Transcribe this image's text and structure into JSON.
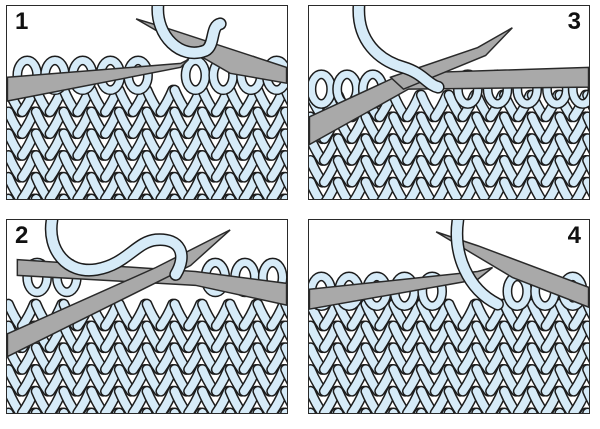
{
  "panels": [
    {
      "id": "p1",
      "step": "1"
    },
    {
      "id": "p2",
      "step": "2"
    },
    {
      "id": "p3",
      "step": "3"
    },
    {
      "id": "p4",
      "step": "4"
    }
  ],
  "colors": {
    "yarn_fill": "#d6ebf8",
    "yarn_stroke": "#1c1c1c",
    "needle_fill": "#a9a9a9",
    "needle_stroke": "#2a2a2a",
    "loop_highlight": "#9fcfee",
    "border": "#2a2a2a"
  }
}
